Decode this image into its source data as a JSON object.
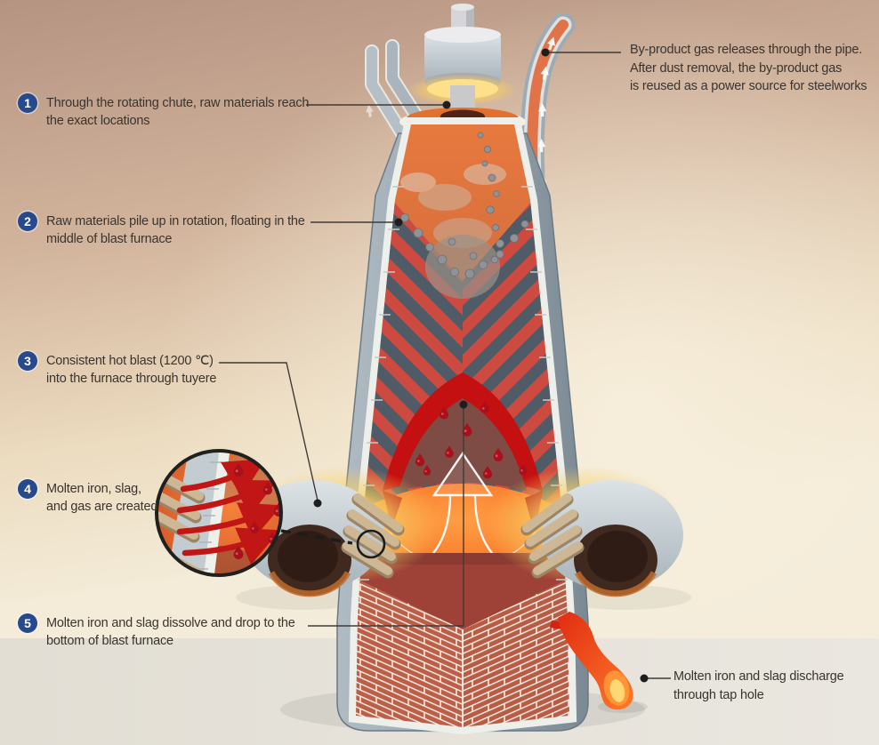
{
  "title": "Blast furnace process infographic",
  "colors": {
    "badge_blue": "#27498e",
    "text": "#3a342f",
    "molten_red": "#c41010",
    "furnace_orange": "#e8773c",
    "steel_gray": "#93a0ab",
    "brick": "#bd5f48",
    "glow_yellow": "#f8cf63",
    "bg_top": "#b59482",
    "bg_cream": "#f4ecd9",
    "floor": "#e6e2d9"
  },
  "annotations": [
    {
      "num": "1",
      "text": "Through the rotating chute, raw materials reach\nthe exact locations"
    },
    {
      "num": "2",
      "text": "Raw materials pile up in rotation, floating in the\nmiddle of blast furnace"
    },
    {
      "num": "3",
      "text": "Consistent hot blast (1200 ℃)\ninto the furnace through tuyere"
    },
    {
      "num": "4",
      "text": "Molten iron, slag,\nand gas are created"
    },
    {
      "num": "5",
      "text": "Molten iron and slag dissolve and drop to the\nbottom of blast furnace"
    }
  ],
  "notes": {
    "byproduct_gas": "By-product gas releases through the pipe.\nAfter dust removal, the by-product gas\nis reused as a power source for steelworks",
    "tap_hole": "Molten iron and slag  discharge\nthrough tap hole"
  }
}
